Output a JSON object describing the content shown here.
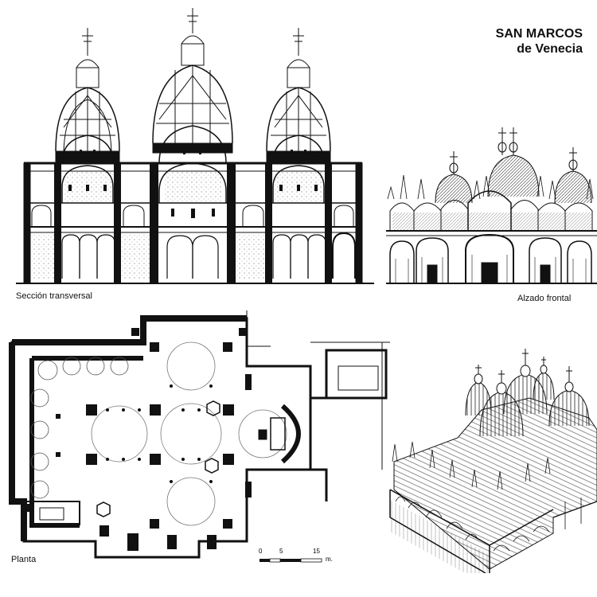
{
  "title": {
    "line1": "SAN MARCOS",
    "line2": "de Venecia"
  },
  "captions": {
    "section": "Sección transversal",
    "elevation": "Alzado frontal",
    "plan": "Planta"
  },
  "scale_bar": {
    "ticks": [
      "0",
      "5",
      "15"
    ],
    "unit": "m."
  },
  "colors": {
    "ink": "#111111",
    "paper": "#ffffff",
    "stipple": "#9a9a9a"
  }
}
